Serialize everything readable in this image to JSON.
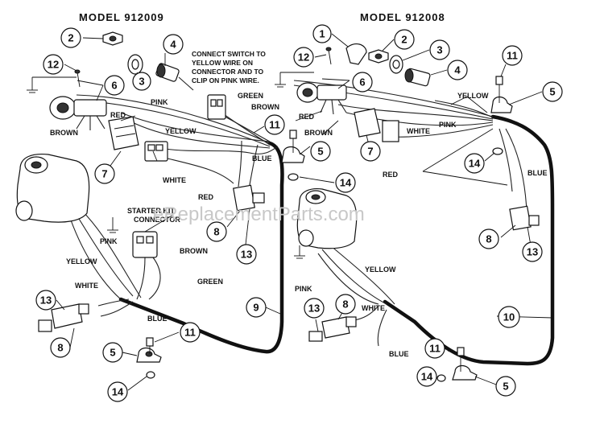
{
  "models": {
    "left": "MODEL 912009",
    "right": "MODEL 912008"
  },
  "note": {
    "line1": "CONNECT SWITCH TO",
    "line2": "YELLOW WIRE ON",
    "line3": "CONNECTOR AND TO",
    "line4": "CLIP ON PINK WIRE."
  },
  "connector_label": {
    "line1": "STARTER KIT",
    "line2": "CONNECTOR"
  },
  "watermark": "eReplacementParts.com",
  "wire_colors": {
    "pink": "PINK",
    "green": "GREEN",
    "brown": "BROWN",
    "red": "RED",
    "yellow": "YELLOW",
    "white": "WHITE",
    "blue": "BLUE"
  },
  "callouts": {
    "c1": "1",
    "c2": "2",
    "c3": "3",
    "c4": "4",
    "c5": "5",
    "c6": "6",
    "c7": "7",
    "c8": "8",
    "c9": "9",
    "c10": "10",
    "c11": "11",
    "c12": "12",
    "c13": "13",
    "c14": "14"
  }
}
